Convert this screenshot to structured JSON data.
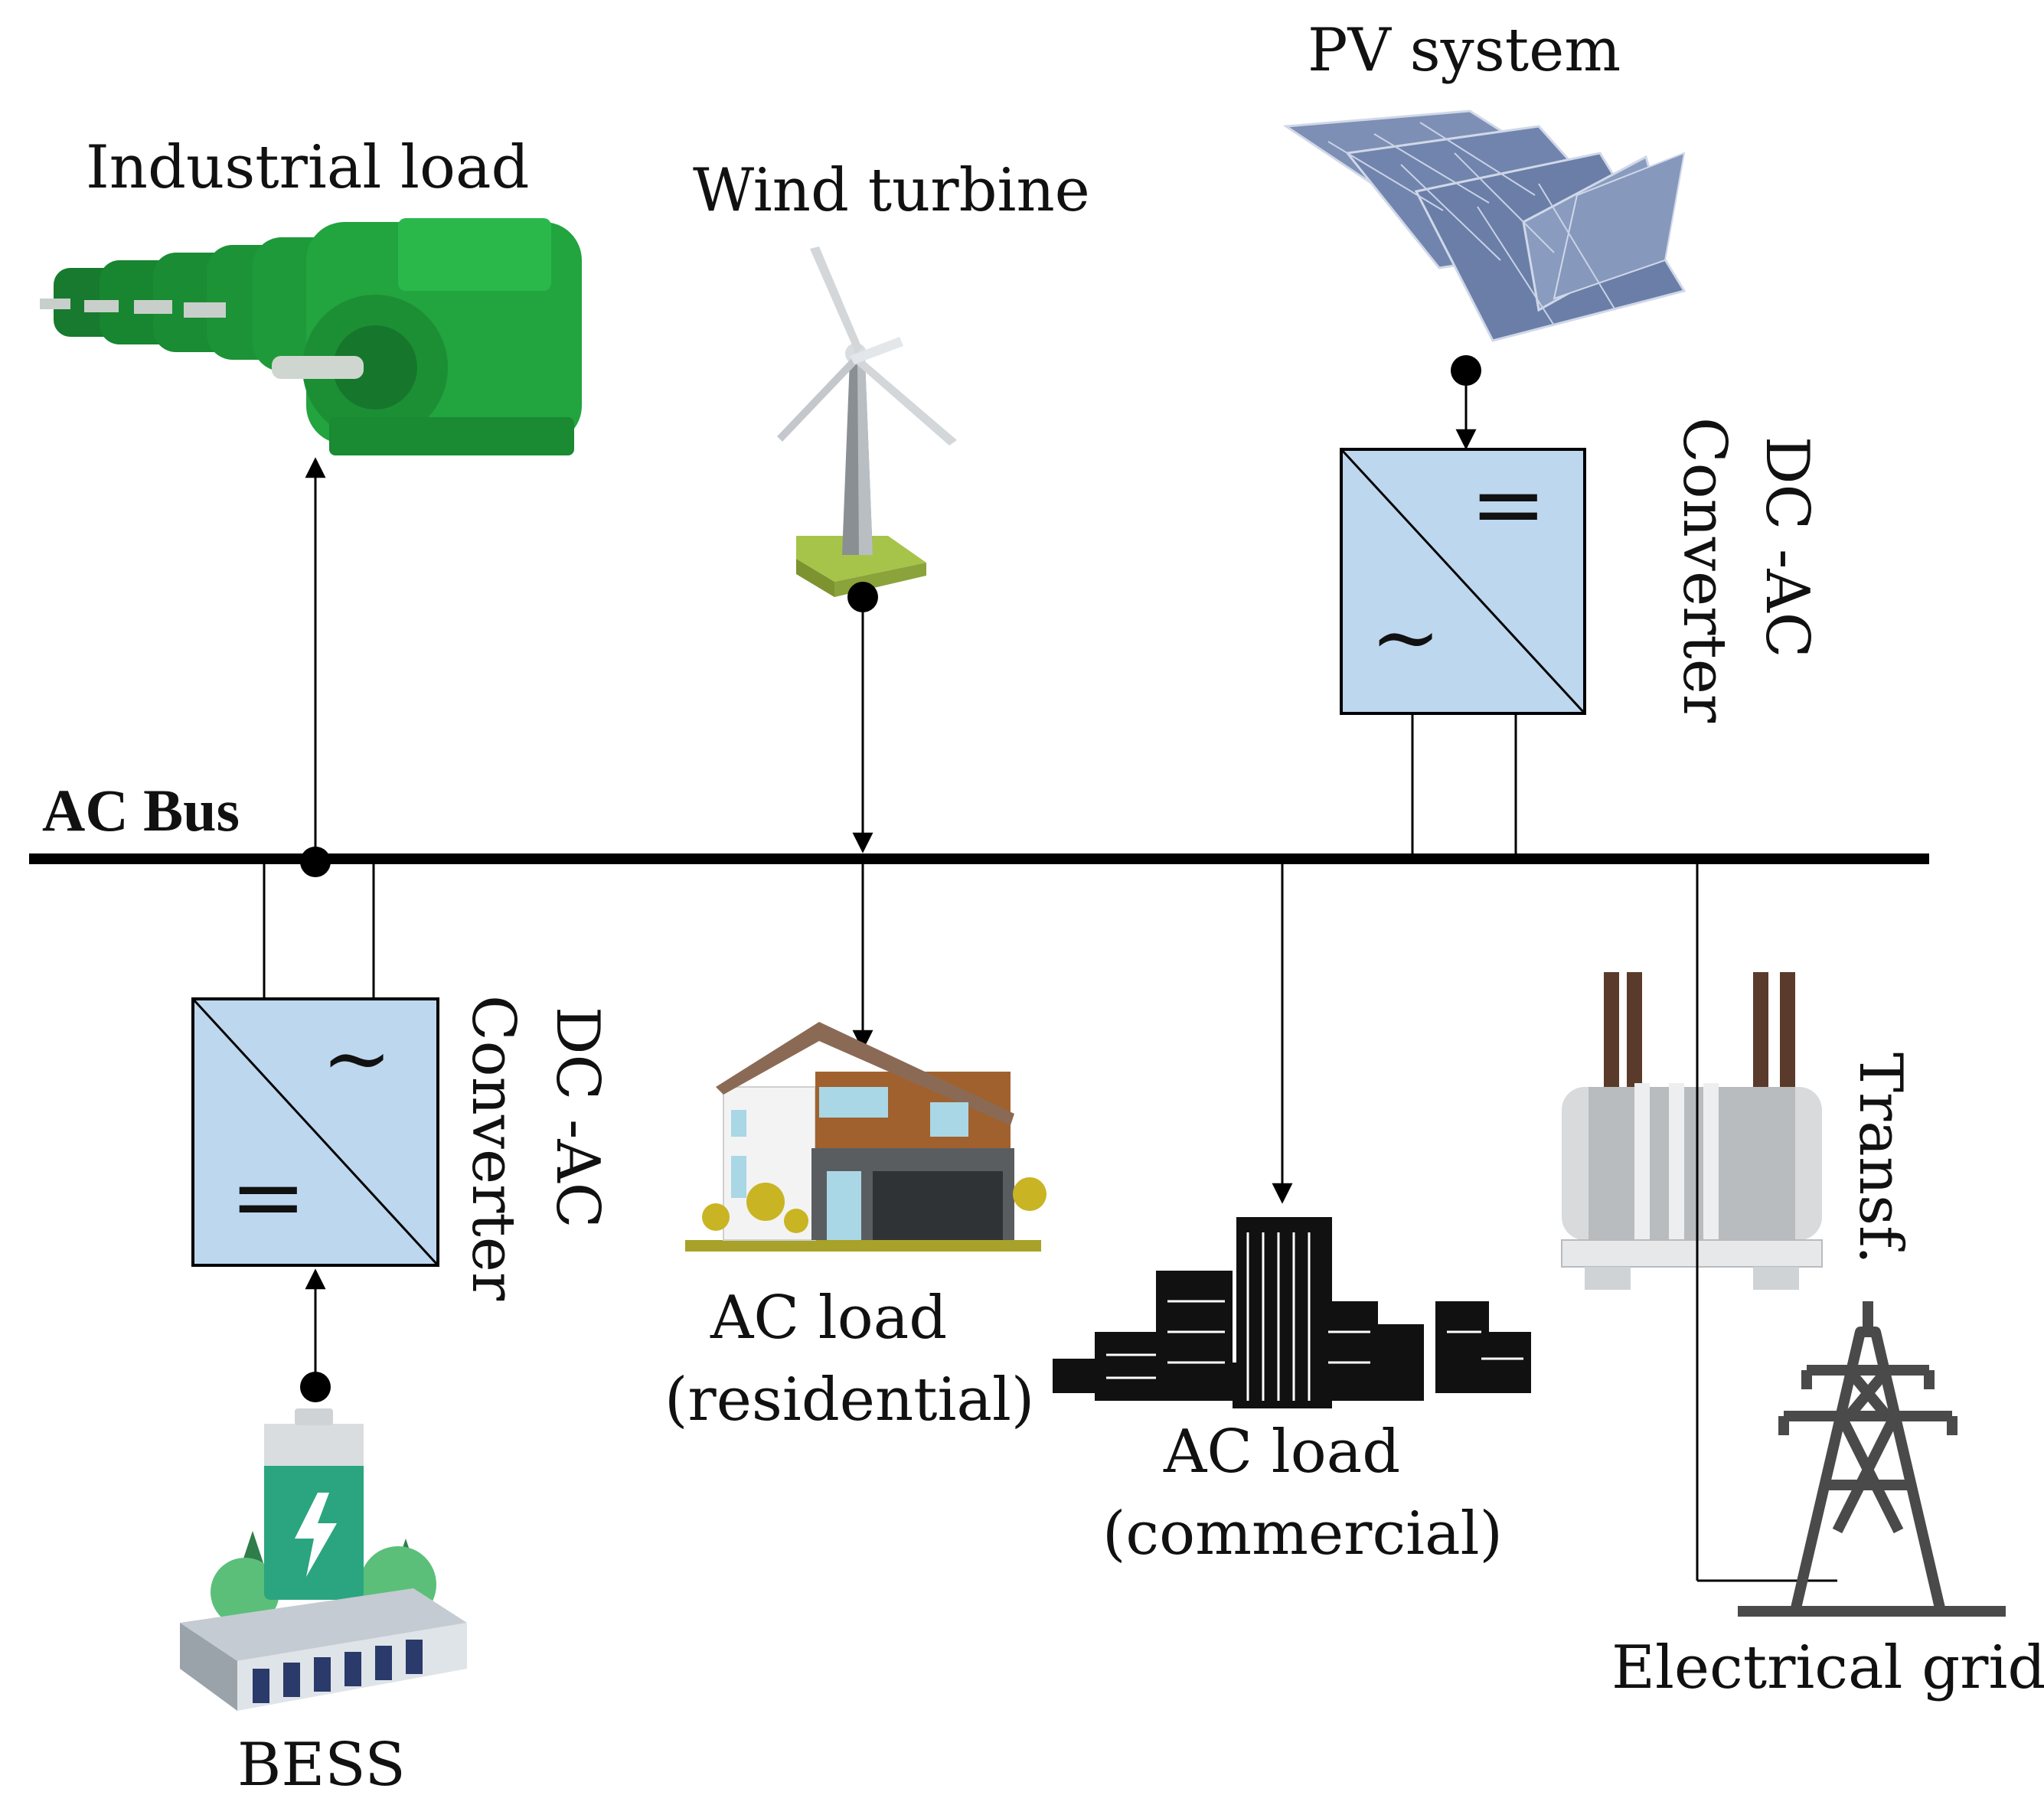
{
  "bus": {
    "label": "AC Bus"
  },
  "industrial_load": {
    "label": "Industrial load"
  },
  "wind_turbine": {
    "label": "Wind turbine"
  },
  "pv_system": {
    "label": "PV system"
  },
  "pv_converter": {
    "line1": "DC -AC",
    "line2": "Converter",
    "symbol_dc": "=",
    "symbol_ac": "~"
  },
  "bess_converter": {
    "line1": "DC -AC",
    "line2": "Converter",
    "symbol_dc": "=",
    "symbol_ac": "~"
  },
  "residential_load": {
    "line1": "AC load",
    "line2": "(residential)"
  },
  "commercial_load": {
    "line1": "AC load",
    "line2": "(commercial)"
  },
  "transformer": {
    "label": "Transf."
  },
  "grid": {
    "label": "Electrical grid"
  },
  "bess": {
    "label": "BESS"
  },
  "colors": {
    "converter_fill": "#bdd7ee",
    "motor_green": "#1f9a3a",
    "battery_green": "#2aa57f",
    "house_brown": "#9a5a2a",
    "line": "#000000"
  }
}
